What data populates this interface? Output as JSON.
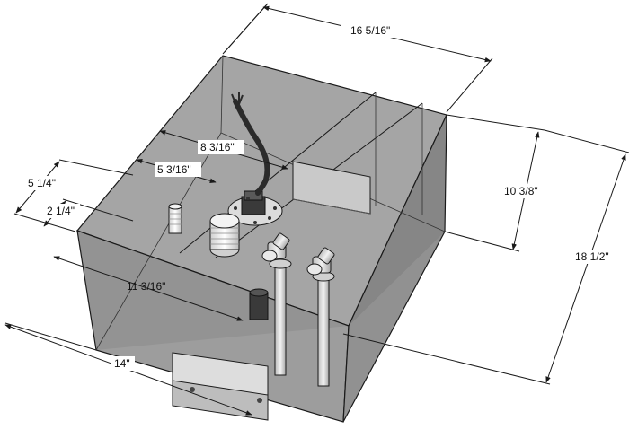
{
  "colors": {
    "tank_fill": "#8f8f8f",
    "tank_top": "#a3a3a3",
    "tank_edge": "#1a1a1a",
    "dimension_line": "#1a1a1a",
    "fitting_metal": "#d8d8d8",
    "hose": "#2b2b2b"
  },
  "dimensions": {
    "length_top": "16 5/16\"",
    "height_side": "10 3/8\"",
    "overall_depth": "18 1/2\"",
    "width_front": "14\"",
    "sender_offset": "8 3/16\"",
    "cap_offset": "5 3/16\"",
    "outer_offset": "5 1/4\"",
    "inner_offset": "2 1/4\"",
    "pickup_offset": "11 3/16\""
  },
  "icons": [
    "sender-flange-icon",
    "filler-neck-icon",
    "vent-barb-icon",
    "pickup-tube-icon",
    "mounting-bracket-icon"
  ]
}
